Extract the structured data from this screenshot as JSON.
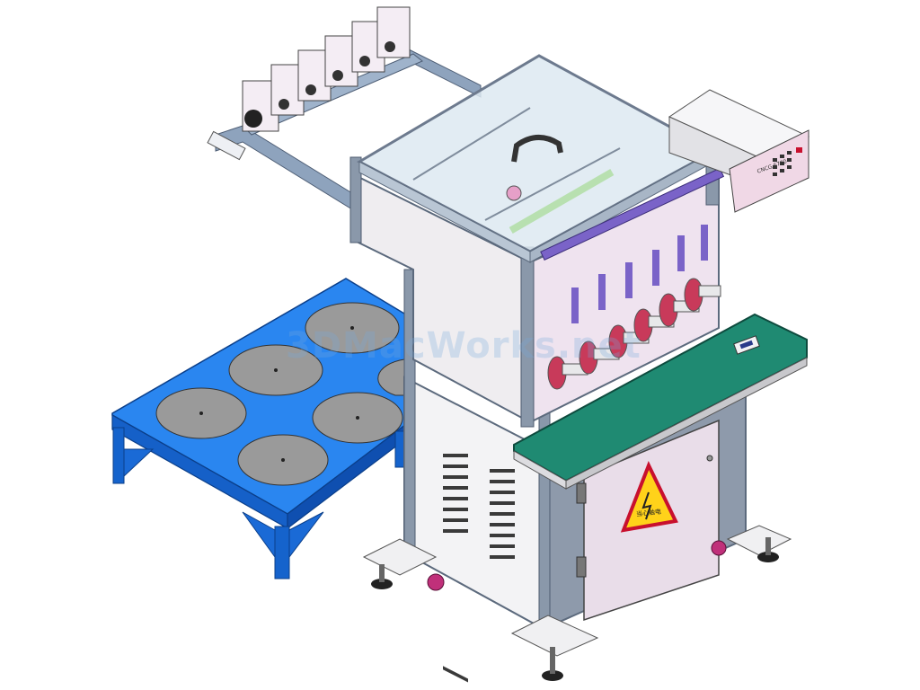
{
  "watermark": "3DMacWorks.net",
  "warning_label": "当心触电",
  "controller_brand": "CNCG  6770",
  "colors": {
    "frame": "#8a98aa",
    "frame_dark": "#5f6d80",
    "panel_pink": "#efe6f0",
    "table_blue": "#1e78e6",
    "disc_gray": "#9a9a9a",
    "work_surface": "#1f8a72",
    "glass": "#dde9f1",
    "purple_parts": "#7a63c8",
    "red_parts": "#c83a5a",
    "caster": "#c0307a"
  },
  "icons": {
    "warning": "high-voltage-warning-icon",
    "controller": "cnc-controller-keypad-icon"
  }
}
